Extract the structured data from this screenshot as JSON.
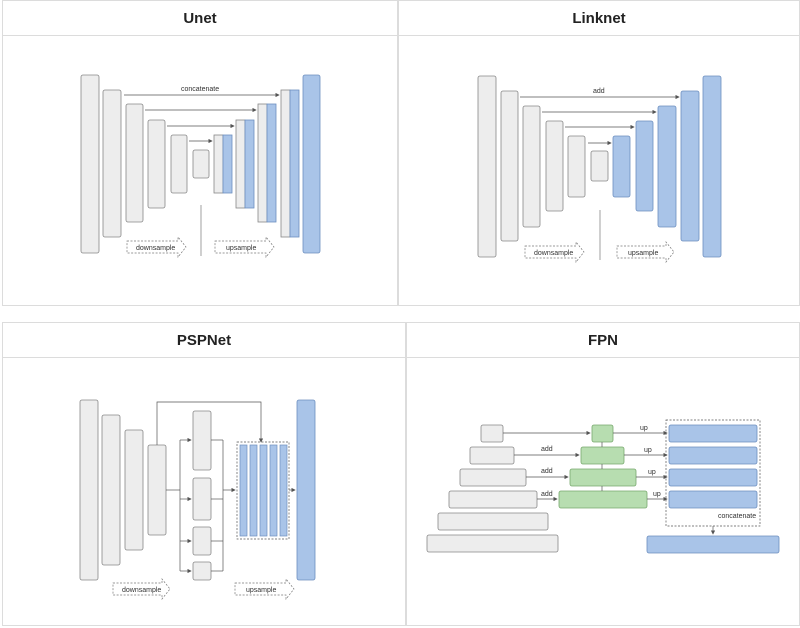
{
  "panels": {
    "unet": {
      "title": "Unet",
      "concat_label": "concatenate",
      "down_label": "downsample",
      "up_label": "upsample"
    },
    "linknet": {
      "title": "Linknet",
      "add_label": "add",
      "down_label": "downsample",
      "up_label": "upsample"
    },
    "pspnet": {
      "title": "PSPNet",
      "down_label": "downsample",
      "up_label": "upsample"
    },
    "fpn": {
      "title": "FPN",
      "add_label_1": "add",
      "add_label_2": "add",
      "add_label_3": "add",
      "up_label_1": "up",
      "up_label_2": "up",
      "up_label_3": "up",
      "up_label_4": "up",
      "concat_label": "concatenate"
    }
  },
  "colors": {
    "gray_fill": "#ededed",
    "gray_stroke": "#888888",
    "blue_fill": "#a9c4e8",
    "blue_stroke": "#6d8fbf",
    "green_fill": "#b7ddb0",
    "green_stroke": "#78a86e",
    "arrow": "#555555"
  }
}
